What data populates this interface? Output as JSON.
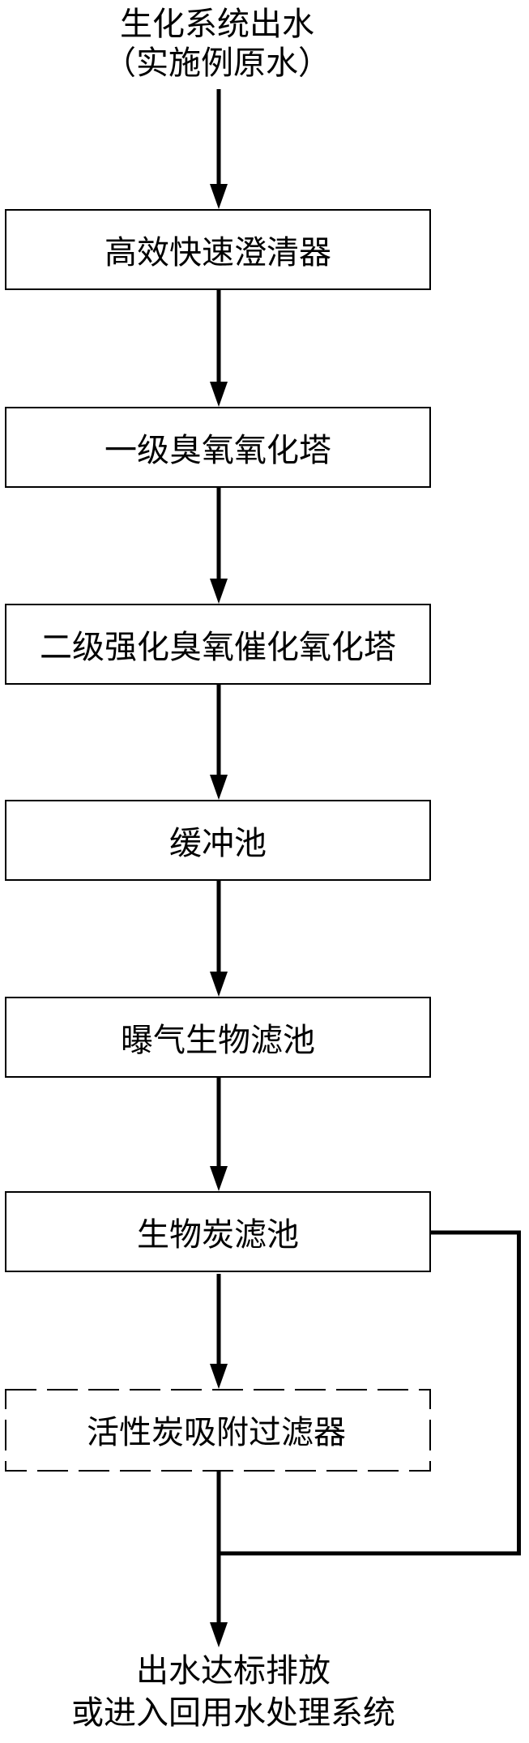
{
  "figure": {
    "background_color": "#ffffff",
    "ink_color": "#000000",
    "source_label": {
      "line1": "生化系统出水",
      "line2": "（实施例原水）"
    },
    "process_steps": [
      {
        "label": "高效快速澄清器",
        "border_style": "solid"
      },
      {
        "label": "一级臭氧氧化塔",
        "border_style": "solid"
      },
      {
        "label": "二级强化臭氧催化氧化塔",
        "border_style": "solid"
      },
      {
        "label": "缓冲池",
        "border_style": "solid"
      },
      {
        "label": "曝气生物滤池",
        "border_style": "solid"
      },
      {
        "label": "生物炭滤池",
        "border_style": "solid"
      },
      {
        "label": "活性炭吸附过滤器",
        "border_style": "dashed"
      }
    ],
    "outlet_label": {
      "line1": "出水达标排放",
      "line2": "或进入回用水处理系统"
    }
  }
}
